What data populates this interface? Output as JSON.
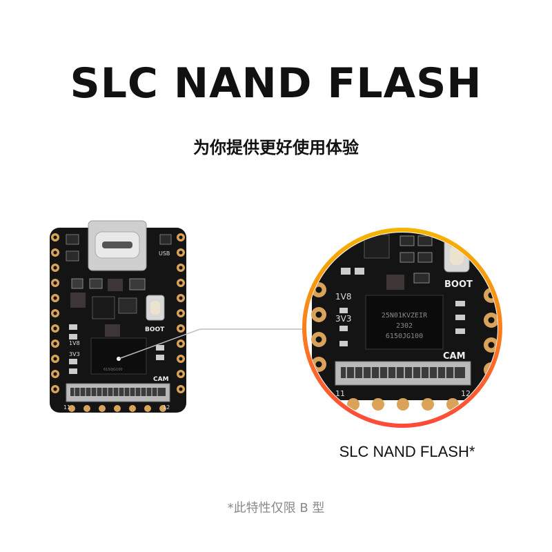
{
  "heading": "SLC NAND FLASH",
  "subheading": "为你提供更好使用体验",
  "board": {
    "labels": {
      "usb": "USB",
      "boot": "BOOT",
      "v18": "1V8",
      "v33": "3V3",
      "cam": "CAM",
      "pin_left": "11",
      "pin_right": "12",
      "chip": "6150JG100"
    }
  },
  "zoom": {
    "labels": {
      "boot": "BOOT",
      "v18": "1V8",
      "v33": "3V3",
      "cam": "CAM",
      "pin_left": "11",
      "pin_right": "12"
    },
    "chip_lines": [
      "25N01KVZEIR",
      "2302",
      "6150JG100"
    ]
  },
  "caption": "SLC NAND FLASH*",
  "footnote": "*此特性仅限 B 型",
  "colors": {
    "pcb": "#141414",
    "pad": "#d9a35a",
    "ring_start": "#f5b400",
    "ring_end": "#ff4a3a"
  }
}
